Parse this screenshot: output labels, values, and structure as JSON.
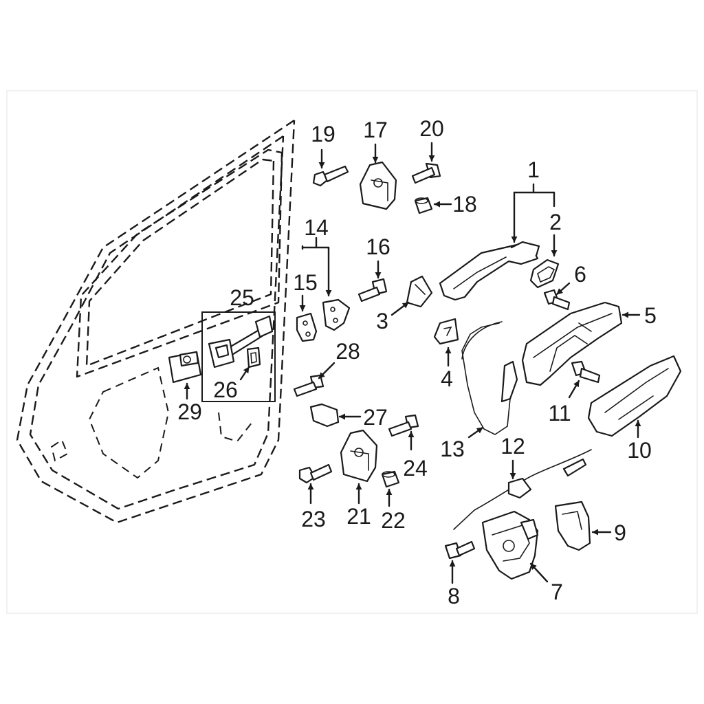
{
  "diagram": {
    "callouts": [
      {
        "id": "c1",
        "text": "1"
      },
      {
        "id": "c2",
        "text": "2"
      },
      {
        "id": "c3",
        "text": "3"
      },
      {
        "id": "c4",
        "text": "4"
      },
      {
        "id": "c5",
        "text": "5"
      },
      {
        "id": "c6",
        "text": "6"
      },
      {
        "id": "c7",
        "text": "7"
      },
      {
        "id": "c8",
        "text": "8"
      },
      {
        "id": "c9",
        "text": "9"
      },
      {
        "id": "c10",
        "text": "10"
      },
      {
        "id": "c11",
        "text": "11"
      },
      {
        "id": "c12",
        "text": "12"
      },
      {
        "id": "c13",
        "text": "13"
      },
      {
        "id": "c14",
        "text": "14"
      },
      {
        "id": "c15",
        "text": "15"
      },
      {
        "id": "c16",
        "text": "16"
      },
      {
        "id": "c17",
        "text": "17"
      },
      {
        "id": "c18",
        "text": "18"
      },
      {
        "id": "c19",
        "text": "19"
      },
      {
        "id": "c20",
        "text": "20"
      },
      {
        "id": "c21",
        "text": "21"
      },
      {
        "id": "c22",
        "text": "22"
      },
      {
        "id": "c23",
        "text": "23"
      },
      {
        "id": "c24",
        "text": "24"
      },
      {
        "id": "c25",
        "text": "25"
      },
      {
        "id": "c26",
        "text": "26"
      },
      {
        "id": "c27",
        "text": "27"
      },
      {
        "id": "c28",
        "text": "28"
      },
      {
        "id": "c29",
        "text": "29"
      }
    ]
  },
  "colors": {
    "line": "#1a1a1a",
    "background": "#ffffff"
  }
}
